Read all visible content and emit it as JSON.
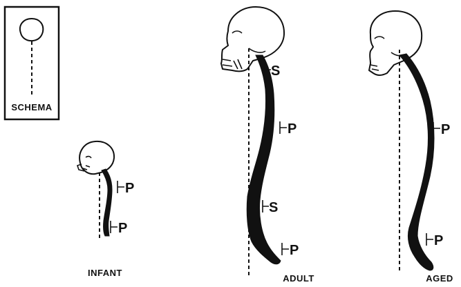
{
  "schema": {
    "label": "SCHEMA"
  },
  "figures": {
    "infant": {
      "label": "INFANT",
      "marks": [
        "P",
        "P"
      ]
    },
    "adult": {
      "label": "ADULT",
      "marks": [
        "S",
        "P",
        "S",
        "P"
      ]
    },
    "aged": {
      "label": "AGED",
      "marks": [
        "P",
        "P"
      ]
    }
  }
}
